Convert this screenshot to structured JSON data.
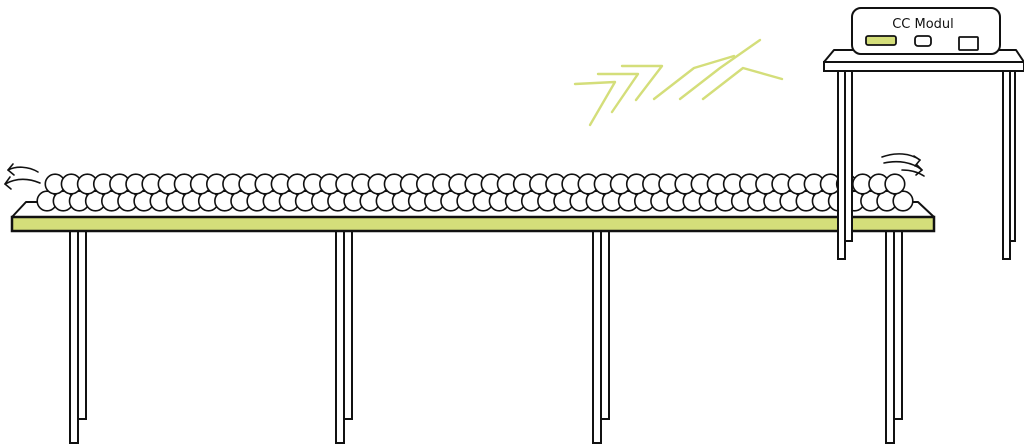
{
  "module": {
    "label": "CC Modul"
  },
  "rolls": {
    "bottom_row_count": 54,
    "top_row_count": 53
  },
  "colors": {
    "accent": "#d4de7a",
    "line": "#111111",
    "fill": "#ffffff"
  },
  "icons": {
    "signal": "wireless-signal-chevrons-icon",
    "left_rotation": "rotation-arrows-icon",
    "right_rotation": "rotation-arrows-icon"
  }
}
